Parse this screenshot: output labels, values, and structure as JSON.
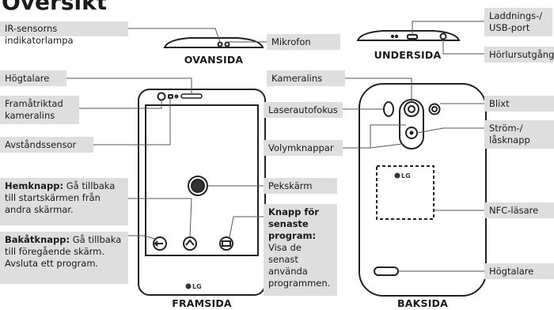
{
  "title": "Översikt",
  "views": {
    "top": "OVANSIDA",
    "bottom": "UNDERSIDA",
    "front": "FRAMSIDA",
    "back": "BAKSIDA"
  },
  "labels": {
    "ir": "IR-sensorns indikatorlampa",
    "mic": "Mikrofon",
    "usb": "Laddnings-/ USB-port",
    "headphone": "Hörlursutgång",
    "speaker_front": "Högtalare",
    "front_camera": "Framåtriktad kameralins",
    "proximity": "Avståndssensor",
    "home_title": "Hemknapp:",
    "home_text": "Gå tillbaka till startskärmen från andra skärmar.",
    "back_title": "Bakåtknapp:",
    "back_text": "Gå tillbaka till föregående skärm. Avsluta ett program.",
    "touchscreen": "Pekskärm",
    "recent_title": "Knapp för senaste program:",
    "recent_text": "Visa de senast använda programmen.",
    "camera_lens": "Kameralins",
    "laser_af": "Laserautofokus",
    "volume": "Volymknappar",
    "flash": "Blixt",
    "power": "Ström-/ låsknapp",
    "nfc": "NFC-läsare",
    "speaker_back": "Högtalare"
  },
  "logo": "LG"
}
